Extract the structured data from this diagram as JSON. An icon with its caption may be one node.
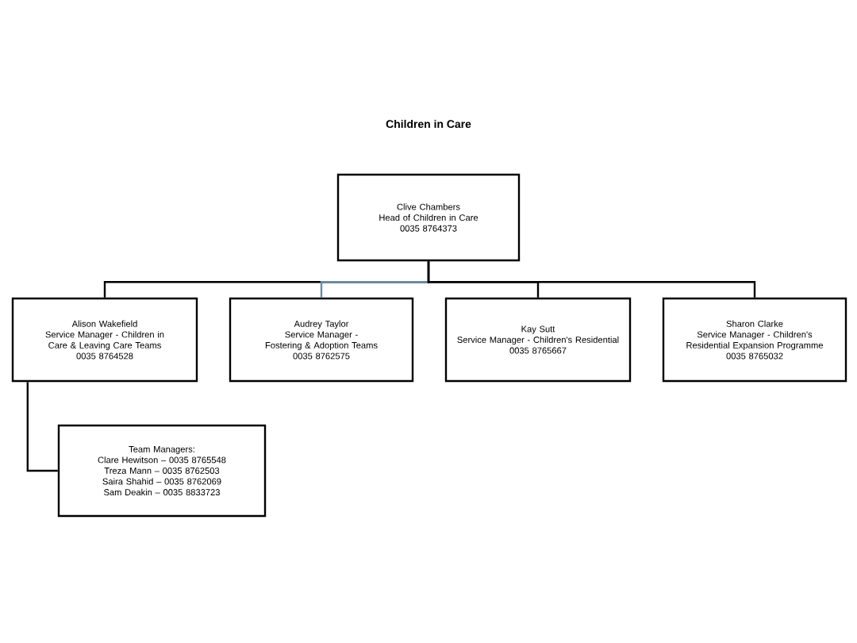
{
  "diagram": {
    "title": "Children in Care",
    "nodes": [
      {
        "text": [
          "Clive Chambers",
          "Head of Children in Care",
          "0035 8764373"
        ]
      },
      {
        "text": [
          "Alison Wakefield",
          "Service Manager - Children in Care & Leaving Care Teams",
          "0035 8764528"
        ]
      },
      {
        "text": [
          "Audrey Taylor",
          "Service Manager - Fostering & Adoption Teams",
          "0035 8762575"
        ]
      },
      {
        "text": [
          "Kay Sutt",
          "Service Manager - Children's Residential",
          "0035 8765667"
        ]
      },
      {
        "text": [
          "Sharon Clarke",
          "Service Manager - Children's Residential Expansion Programme",
          "0035 8765032"
        ]
      },
      {
        "text": [
          "Team Managers:",
          "Clare Hewitson – 0035 8765548",
          "Treza Mann – 0035 8762503",
          "Saira Shahid – 0035 8762069",
          "Sam Deakin – 0035 8833723"
        ]
      }
    ],
    "edges": [
      {
        "from": 0,
        "to": 1,
        "arrow": "none"
      },
      {
        "from": 0,
        "to": 2,
        "arrow": "none",
        "color": "#6b8ba4"
      },
      {
        "from": 0,
        "to": 3,
        "arrow": "none"
      },
      {
        "from": 0,
        "to": 4,
        "arrow": "none"
      },
      {
        "from": 1,
        "to": 5,
        "arrow": "none"
      }
    ]
  }
}
